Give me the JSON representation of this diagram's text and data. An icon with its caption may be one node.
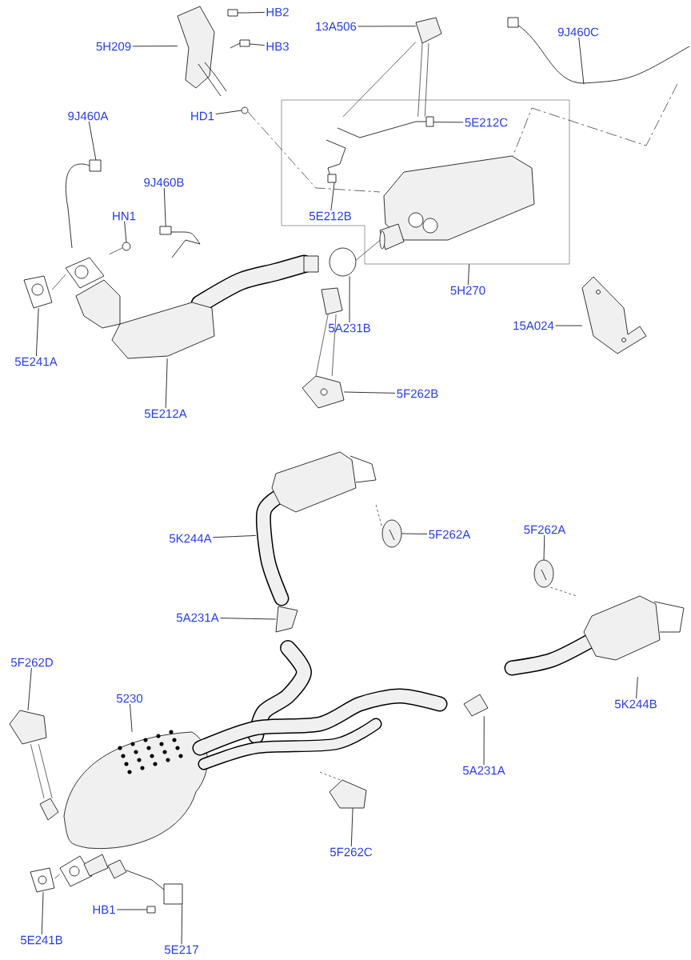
{
  "diagram": {
    "nodes": [
      {
        "text": [
          "HB2"
        ]
      },
      {
        "text": [
          "HB3"
        ]
      },
      {
        "text": [
          "5H209"
        ]
      },
      {
        "text": [
          "13A506"
        ]
      },
      {
        "text": [
          "9J460C"
        ],
        "in": 33
      },
      {
        "text": [
          "9J460A"
        ]
      },
      {
        "text": [
          "HD1"
        ]
      },
      {
        "text": [
          "5E212C"
        ],
        "in": 40
      },
      {
        "text": [
          "9J460B"
        ]
      },
      {
        "text": [
          "HN1"
        ]
      },
      {
        "text": [
          "5E212B"
        ],
        "in": 40
      },
      {
        "text": [
          "5H270"
        ]
      },
      {
        "text": [
          "15A024"
        ]
      },
      {
        "text": [
          "5A231B"
        ]
      },
      {
        "text": [
          "5E241A"
        ]
      },
      {
        "text": [
          "5E212A"
        ]
      },
      {
        "text": [
          "5F262B"
        ]
      },
      {
        "text": [
          "5K244A"
        ]
      },
      {
        "text": [
          "5F262A"
        ]
      },
      {
        "text": [
          "5F262A"
        ]
      },
      {
        "text": [
          "5A231A"
        ]
      },
      {
        "text": [
          "5F262D"
        ]
      },
      {
        "text": [
          "5230"
        ]
      },
      {
        "text": [
          "5K244B"
        ]
      },
      {
        "text": [
          "5A231A"
        ]
      },
      {
        "text": [
          "5F262C"
        ]
      },
      {
        "text": [
          "HB1"
        ]
      },
      {
        "text": [
          "5E241B"
        ]
      },
      {
        "text": [
          "5E217"
        ]
      },
      {
        "text": [],
        "shape": "picture"
      },
      {
        "text": [],
        "shape": "picture"
      },
      {
        "text": [],
        "shape": "picture"
      },
      {
        "text": [],
        "shape": "picture"
      },
      {
        "text": [],
        "shape": "picture"
      },
      {
        "text": [],
        "shape": "picture"
      },
      {
        "text": [],
        "shape": "circle"
      },
      {
        "text": [],
        "shape": "picture",
        "in": 40
      },
      {
        "text": [],
        "shape": "picture"
      },
      {
        "text": [],
        "shape": "circle"
      },
      {
        "text": [],
        "shape": "picture",
        "in": 40
      },
      {
        "text": [],
        "shape": "box"
      },
      {
        "text": [],
        "shape": "picture"
      },
      {
        "text": [],
        "shape": "circle"
      },
      {
        "text": [],
        "shape": "picture"
      },
      {
        "text": [],
        "shape": "picture"
      },
      {
        "text": [],
        "shape": "picture"
      },
      {
        "text": [],
        "shape": "picture"
      },
      {
        "text": [],
        "shape": "picture",
        "in": 40
      },
      {
        "text": [],
        "shape": "picture"
      },
      {
        "text": [],
        "shape": "picture"
      },
      {
        "text": [],
        "shape": "picture"
      },
      {
        "text": [],
        "shape": "picture"
      },
      {
        "text": [],
        "shape": "picture"
      },
      {
        "text": [],
        "shape": "picture"
      },
      {
        "text": [],
        "shape": "picture"
      },
      {
        "text": [],
        "shape": "picture"
      },
      {
        "text": [],
        "shape": "picture"
      },
      {
        "text": [],
        "shape": "picture"
      },
      {
        "text": [],
        "shape": "picture"
      },
      {
        "text": [],
        "shape": "box"
      },
      {
        "text": [],
        "shape": "picture"
      },
      {
        "text": [],
        "shape": "picture"
      }
    ],
    "edges": [
      {
        "from": 0,
        "to": 29,
        "arrow": "none"
      },
      {
        "from": 1,
        "to": 30,
        "arrow": "none"
      },
      {
        "from": 2,
        "to": 31,
        "arrow": "none"
      },
      {
        "from": 3,
        "to": 32,
        "arrow": "none"
      },
      {
        "from": 4,
        "to": 33,
        "arrow": "none"
      },
      {
        "from": 5,
        "to": 34,
        "arrow": "none"
      },
      {
        "from": 6,
        "to": 35,
        "arrow": "none"
      },
      {
        "from": 7,
        "to": 36,
        "arrow": "none"
      },
      {
        "from": 8,
        "to": 37,
        "arrow": "none"
      },
      {
        "from": 9,
        "to": 38,
        "arrow": "none"
      },
      {
        "from": 10,
        "to": 39,
        "arrow": "none"
      },
      {
        "from": 11,
        "to": 40,
        "arrow": "none"
      },
      {
        "from": 12,
        "to": 41,
        "arrow": "none"
      },
      {
        "from": 13,
        "to": 42,
        "arrow": "none"
      },
      {
        "from": 14,
        "to": 43,
        "arrow": "none"
      },
      {
        "from": 15,
        "to": 44,
        "arrow": "none"
      },
      {
        "from": 16,
        "to": 45,
        "arrow": "none"
      },
      {
        "from": 17,
        "to": 48,
        "arrow": "none"
      },
      {
        "from": 18,
        "to": 49,
        "arrow": "none"
      },
      {
        "from": 19,
        "to": 50,
        "arrow": "none"
      },
      {
        "from": 20,
        "to": 51,
        "arrow": "none"
      },
      {
        "from": 21,
        "to": 52,
        "arrow": "none"
      },
      {
        "from": 22,
        "to": 54,
        "arrow": "none"
      },
      {
        "from": 23,
        "to": 56,
        "arrow": "none"
      },
      {
        "from": 24,
        "to": 57,
        "arrow": "none"
      },
      {
        "from": 25,
        "to": 58,
        "arrow": "none"
      },
      {
        "from": 26,
        "to": 59,
        "arrow": "none"
      },
      {
        "from": 27,
        "to": 60,
        "arrow": "none"
      },
      {
        "from": 28,
        "to": 61,
        "arrow": "none"
      },
      {
        "from": 35,
        "to": 47,
        "arrow": "none",
        "style": "dashed"
      },
      {
        "from": 32,
        "to": 36,
        "arrow": "none"
      },
      {
        "from": 32,
        "to": 36,
        "arrow": "none"
      },
      {
        "from": 32,
        "to": 36,
        "arrow": "none"
      },
      {
        "from": 33,
        "to": 47,
        "arrow": "none",
        "style": "dashed"
      },
      {
        "from": 43,
        "to": 44,
        "arrow": "none"
      },
      {
        "from": 38,
        "to": 44,
        "arrow": "none"
      },
      {
        "from": 42,
        "to": 47,
        "arrow": "none"
      },
      {
        "from": 46,
        "to": 45,
        "arrow": "none"
      },
      {
        "from": 46,
        "to": 45,
        "arrow": "none"
      },
      {
        "from": 48,
        "to": 49,
        "arrow": "none",
        "style": "dashed"
      },
      {
        "from": 55,
        "to": 58,
        "arrow": "none",
        "style": "dashed"
      },
      {
        "from": 50,
        "to": 56,
        "arrow": "none",
        "style": "dashed"
      },
      {
        "from": 52,
        "to": 53,
        "arrow": "none"
      },
      {
        "from": 52,
        "to": 53,
        "arrow": "none"
      },
      {
        "from": 60,
        "to": 54,
        "arrow": "none"
      }
    ]
  }
}
